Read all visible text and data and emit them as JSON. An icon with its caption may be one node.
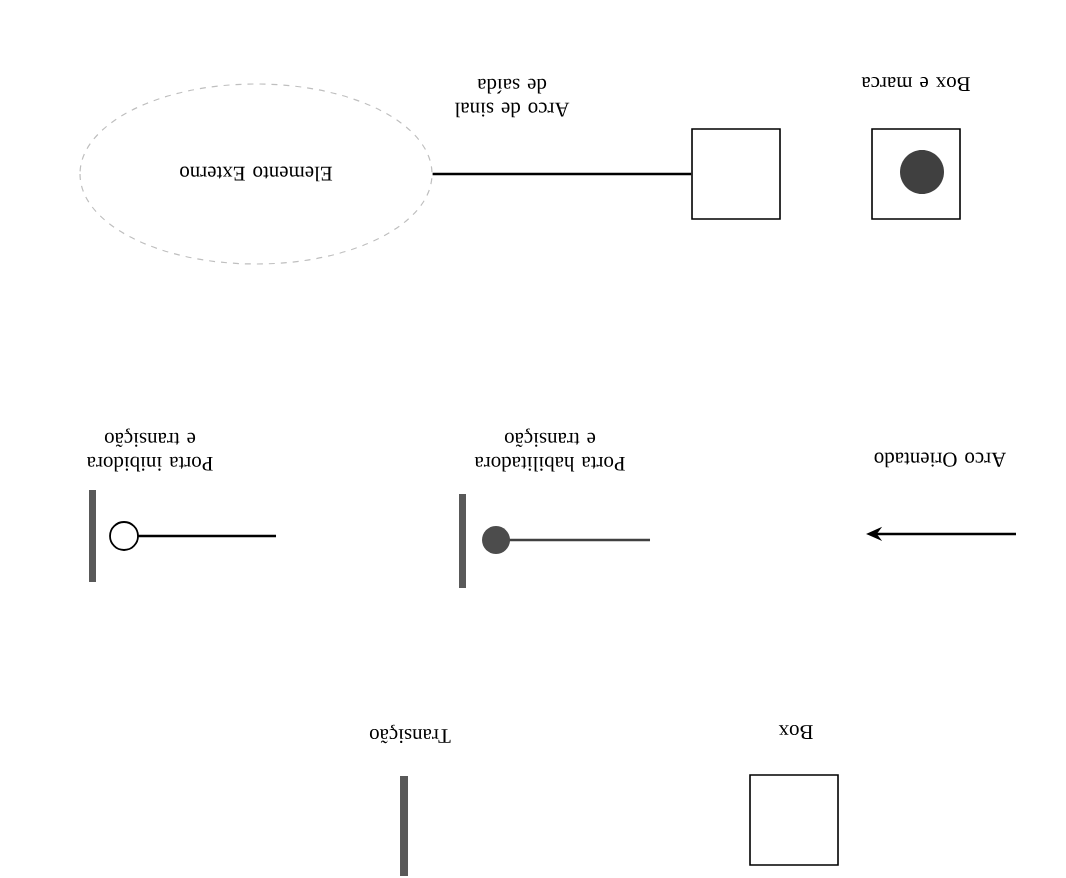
{
  "diagram": {
    "nodes": [
      {
        "text": [],
        "shape": "box",
        "beside": [
          "Box"
        ]
      },
      {
        "text": [],
        "shape": "bar",
        "beside": [
          "Transição"
        ]
      },
      {
        "text": [],
        "shape": "box",
        "beside": [
          "Box e marca"
        ]
      },
      {
        "text": [],
        "shape": "box"
      },
      {
        "text": [
          "Elemento Externo"
        ]
      }
    ],
    "edges": [
      {
        "from": 3,
        "to": 4,
        "arrow": "none",
        "label": "Arco de sinal de saída"
      }
    ],
    "labels": [
      "Arco Orientado",
      "Porta habilitadora e transição",
      "Porta inibidora e transição"
    ]
  }
}
